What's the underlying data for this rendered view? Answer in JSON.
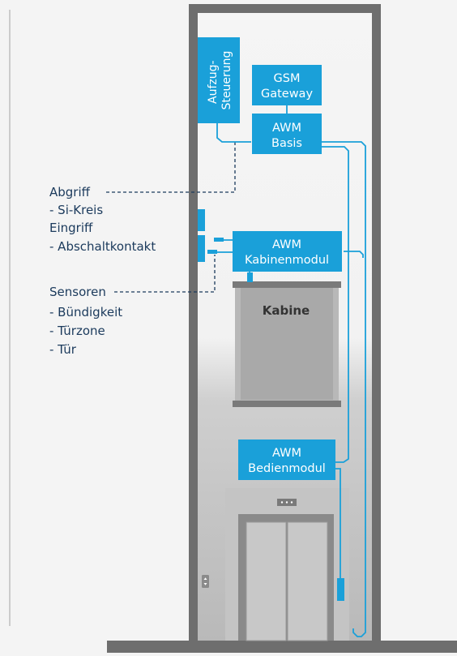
{
  "diagram": {
    "nodes": {
      "aufzug_steuerung": [
        "Aufzug-",
        "Steuerung"
      ],
      "gsm_gateway": [
        "GSM",
        "Gateway"
      ],
      "awm_basis": [
        "AWM",
        "Basis"
      ],
      "awm_kabinenmodul": [
        "AWM",
        "Kabinenmodul"
      ],
      "awm_bedienmodul": [
        "AWM",
        "Bedienmodul"
      ],
      "kabine": "Kabine"
    },
    "labels": {
      "abgriff": "Abgriff",
      "si_kreis": "- Si-Kreis",
      "eingriff": "Eingriff",
      "abschaltkontakt": "- Abschaltkontakt",
      "sensoren": "Sensoren",
      "buendigkeit": "- Bündigkeit",
      "tuerzone": "- Türzone",
      "tuer": "- Tür"
    },
    "colors": {
      "accent": "#1aa0d9",
      "shaft": "#6e6e6e",
      "text": "#1b3a5c",
      "dashed": "#1b3a5c"
    }
  }
}
